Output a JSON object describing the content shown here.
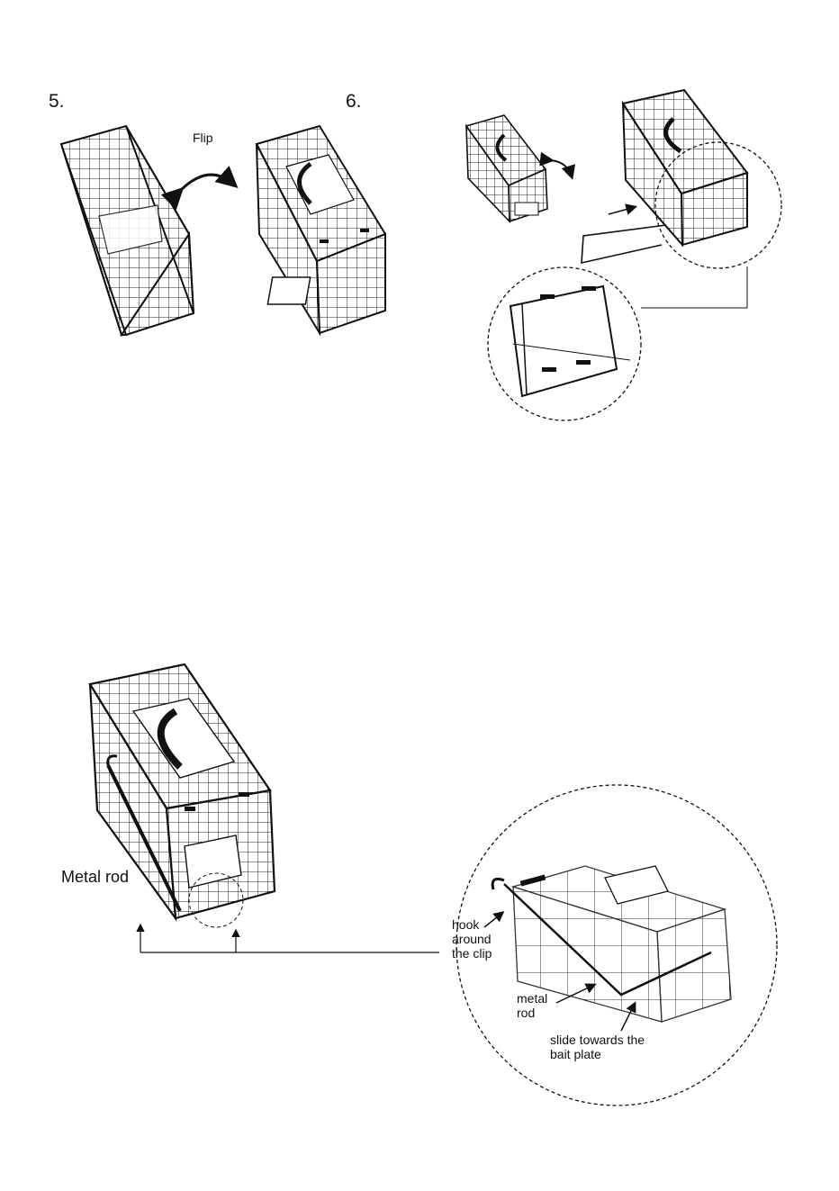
{
  "steps": {
    "step5": "5.",
    "step6": "6."
  },
  "labels": {
    "flip": "Flip",
    "metal_rod_big": "Metal rod",
    "hook_line1": "hook",
    "hook_line2": "around",
    "hook_line3": "the clip",
    "metal_line1": "metal",
    "metal_line2": "rod",
    "slide_line1": "slide towards the",
    "slide_line2": "bait plate"
  }
}
